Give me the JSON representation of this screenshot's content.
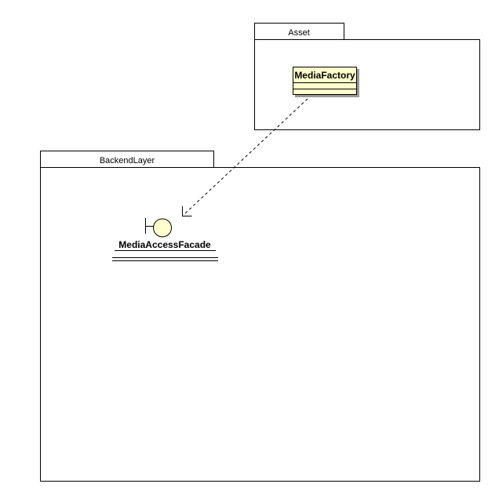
{
  "colors": {
    "background": "#ffffff",
    "line": "#000000",
    "node_fill": "#ffffcc",
    "shadow": "#999999"
  },
  "packages": {
    "asset": {
      "label": "Asset"
    },
    "backend_layer": {
      "label": "BackendLayer"
    }
  },
  "elements": {
    "media_factory": {
      "label": "MediaFactory"
    },
    "media_access_facade": {
      "label": "MediaAccessFacade"
    }
  },
  "relations": {
    "dependency": {
      "style": "dashed-open-arrow",
      "from": "MediaFactory",
      "to": "MediaAccessFacade"
    }
  }
}
